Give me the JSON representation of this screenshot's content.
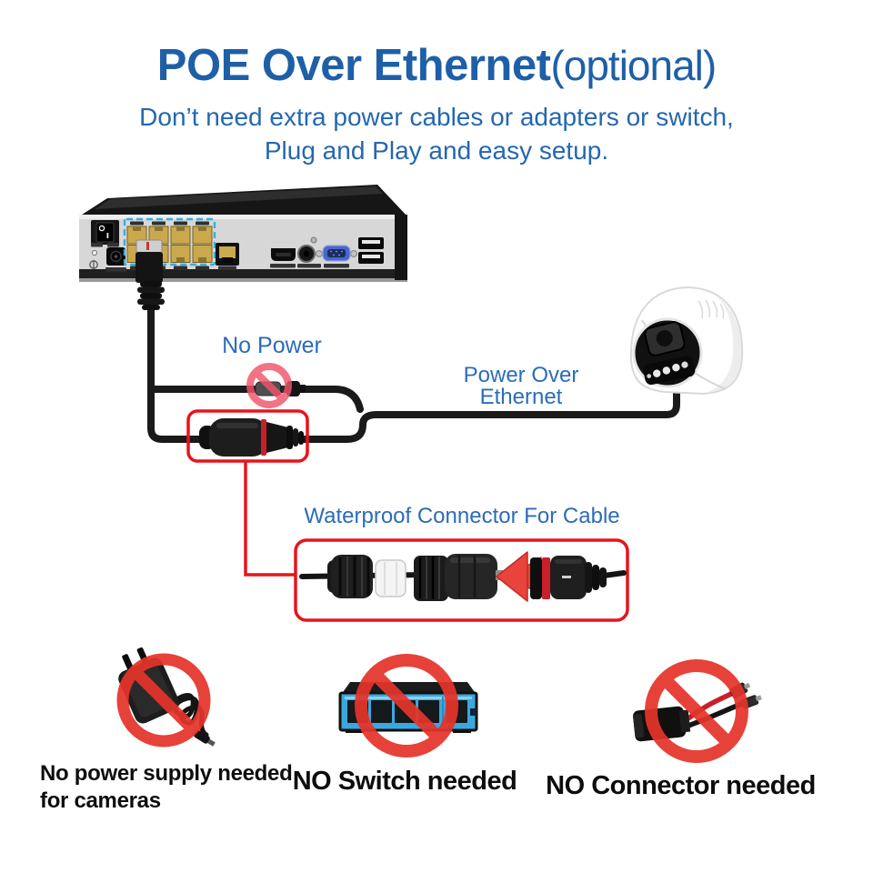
{
  "header": {
    "title": "POE Over Ethernet",
    "title_suffix": "(optional)",
    "subtitle_line1": "Don’t need extra power cables or adapters or switch,",
    "subtitle_line2": "Plug and Play and easy setup."
  },
  "diagram": {
    "no_power_label": "No Power",
    "poe_label_line1": "Power Over",
    "poe_label_line2": "Ethernet",
    "waterproof_label": "Waterproof Connector For Cable",
    "icons": [
      "nvr-rear-panel",
      "poe-ports-highlight",
      "rj45-plug",
      "ethernet-cable",
      "dc-power-pigtail",
      "no-power-prohibition-icon",
      "waterproof-inline-connector",
      "callout-rect-small",
      "callout-rect-large",
      "exploded-waterproof-connector",
      "red-arrow-icon",
      "camera-turret"
    ]
  },
  "bottom_row": [
    {
      "icon": "power-adapter-prohibited-icon",
      "label_line1": "No power supply needed",
      "label_line2": "for cameras"
    },
    {
      "icon": "switch-prohibited-icon",
      "label": "NO Switch needed"
    },
    {
      "icon": "connector-prohibited-icon",
      "label": "NO Connector needed"
    }
  ],
  "colors": {
    "heading_blue": "#1E5FA8",
    "label_blue": "#2B6CB8",
    "prohibition_red": "#E5342B",
    "prohibition_pink": "#F0556A",
    "callout_red": "#E8131B",
    "cable_black": "#1A1A1A",
    "poe_port_gold": "#C9A94C",
    "poe_dashed_cyan": "#35AEE3",
    "switch_blue": "#3BA7DF",
    "connector_ring_red": "#C8202A",
    "background": "#FFFFFF"
  }
}
